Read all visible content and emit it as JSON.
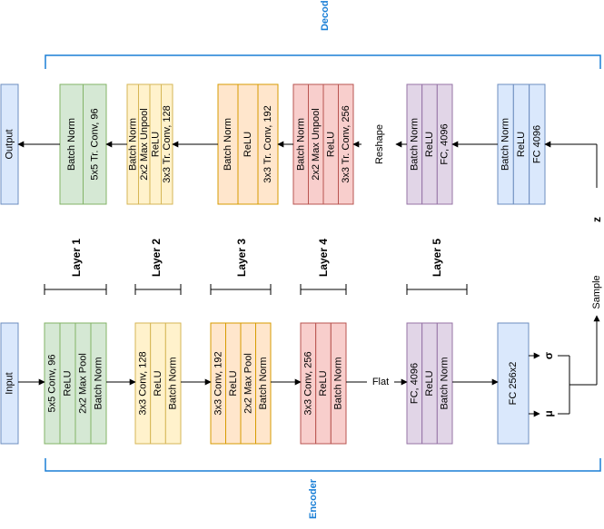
{
  "sections": {
    "decoder": "Decoder",
    "encoder": "Encoder"
  },
  "colors": {
    "blue": {
      "fill": "#dae8fc",
      "stroke": "#6c8ebf"
    },
    "green": {
      "fill": "#d5e8d4",
      "stroke": "#82b366"
    },
    "yellow": {
      "fill": "#fff2cc",
      "stroke": "#d6b656"
    },
    "orange": {
      "fill": "#ffe6cc",
      "stroke": "#d79b00"
    },
    "red": {
      "fill": "#f8cecc",
      "stroke": "#b85450"
    },
    "purple": {
      "fill": "#e1d5e7",
      "stroke": "#9673a6"
    },
    "accent": "#1a7fd6"
  },
  "decoder_blocks": [
    {
      "name": "output",
      "color": "blue",
      "rows": [
        "Output"
      ]
    },
    {
      "name": "dec-layer-1",
      "color": "green",
      "rows": [
        "Batch Norm",
        "5x5 Tr. Conv, 96"
      ]
    },
    {
      "name": "dec-layer-2",
      "color": "yellow",
      "rows": [
        "Batch Norm",
        "2x2 Max Unpool",
        "ReLU",
        "3x3 Tr. Conv, 128"
      ]
    },
    {
      "name": "dec-layer-3",
      "color": "orange",
      "rows": [
        "Batch Norm",
        "ReLU",
        "3x3 Tr. Conv, 192"
      ]
    },
    {
      "name": "dec-layer-4",
      "color": "red",
      "rows": [
        "Batch Norm",
        "2x2 Max Unpool",
        "ReLU",
        "3x3 Tr. Conv, 256"
      ]
    },
    {
      "name": "dec-layer-5",
      "color": "purple",
      "rows": [
        "Batch Norm",
        "ReLU",
        "FC, 4096"
      ]
    },
    {
      "name": "dec-fc-input",
      "color": "blue",
      "rows": [
        "Batch Norm",
        "ReLU",
        "FC 4096"
      ]
    }
  ],
  "encoder_blocks": [
    {
      "name": "input",
      "color": "blue",
      "rows": [
        "Input"
      ]
    },
    {
      "name": "enc-layer-1",
      "color": "green",
      "rows": [
        "5x5 Conv, 96",
        "ReLU",
        "2x2 Max Pool",
        "Batch Norm"
      ]
    },
    {
      "name": "enc-layer-2",
      "color": "yellow",
      "rows": [
        "3x3 Conv, 128",
        "ReLU",
        "Batch Norm"
      ]
    },
    {
      "name": "enc-layer-3",
      "color": "orange",
      "rows": [
        "3x3 Conv, 192",
        "ReLU",
        "2x2 Max Pool",
        "Batch Norm"
      ]
    },
    {
      "name": "enc-layer-4",
      "color": "red",
      "rows": [
        "3x3 Conv, 256",
        "ReLU",
        "Batch Norm"
      ]
    },
    {
      "name": "enc-layer-5",
      "color": "purple",
      "rows": [
        "FC, 4096",
        "ReLU",
        "Batch Norm"
      ]
    },
    {
      "name": "enc-fc-latent",
      "color": "blue",
      "rows": [
        "FC 256x2"
      ]
    }
  ],
  "layer_labels": [
    "Layer 1",
    "Layer 2",
    "Layer 3",
    "Layer 4",
    "Layer 5"
  ],
  "connector_labels": {
    "reshape": "Reshape",
    "flat": "Flat",
    "sample": "Sample"
  },
  "symbols": {
    "z": "z",
    "sigma": "σ",
    "mu": "μ"
  }
}
